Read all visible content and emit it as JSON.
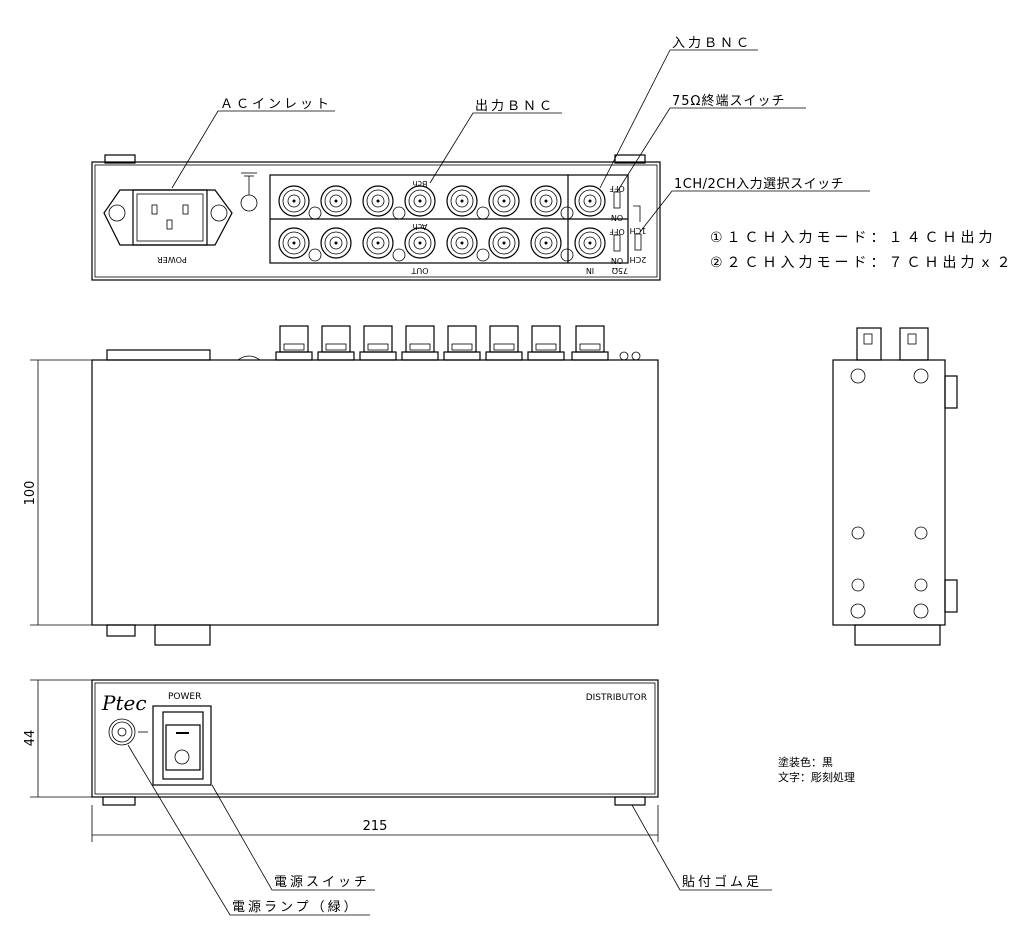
{
  "callouts": {
    "ac_inlet": "ＡＣインレット",
    "output_bnc": "出力ＢＮＣ",
    "input_bnc": "入力ＢＮＣ",
    "termination_switch": "75Ω終端スイッチ",
    "select_switch": "1CH/2CH入力選択スイッチ",
    "power_switch": "電源スイッチ",
    "power_lamp": "電源ランプ（緑）",
    "rubber_feet": "貼付ゴム足"
  },
  "notes": {
    "mode1": "①１ＣＨ入力モード：１４ＣＨ出力",
    "mode2": "②２ＣＨ入力モード：７ＣＨ出力ｘ２",
    "paint": "塗装色：黒",
    "lettering": "文字：彫刻処理"
  },
  "rear_panel": {
    "power": "POWER",
    "bch": "Bch",
    "ach": "Ach",
    "out": "OUT",
    "in": "IN",
    "ohm": "75Ω",
    "off": "OFF",
    "on": "ON",
    "ch1": "1CH",
    "ch2": "2CH"
  },
  "front_panel": {
    "logo": "Ptec",
    "power": "POWER",
    "model": "DISTRIBUTOR"
  },
  "dimensions": {
    "height_top": "100",
    "height_front": "44",
    "width": "215"
  }
}
